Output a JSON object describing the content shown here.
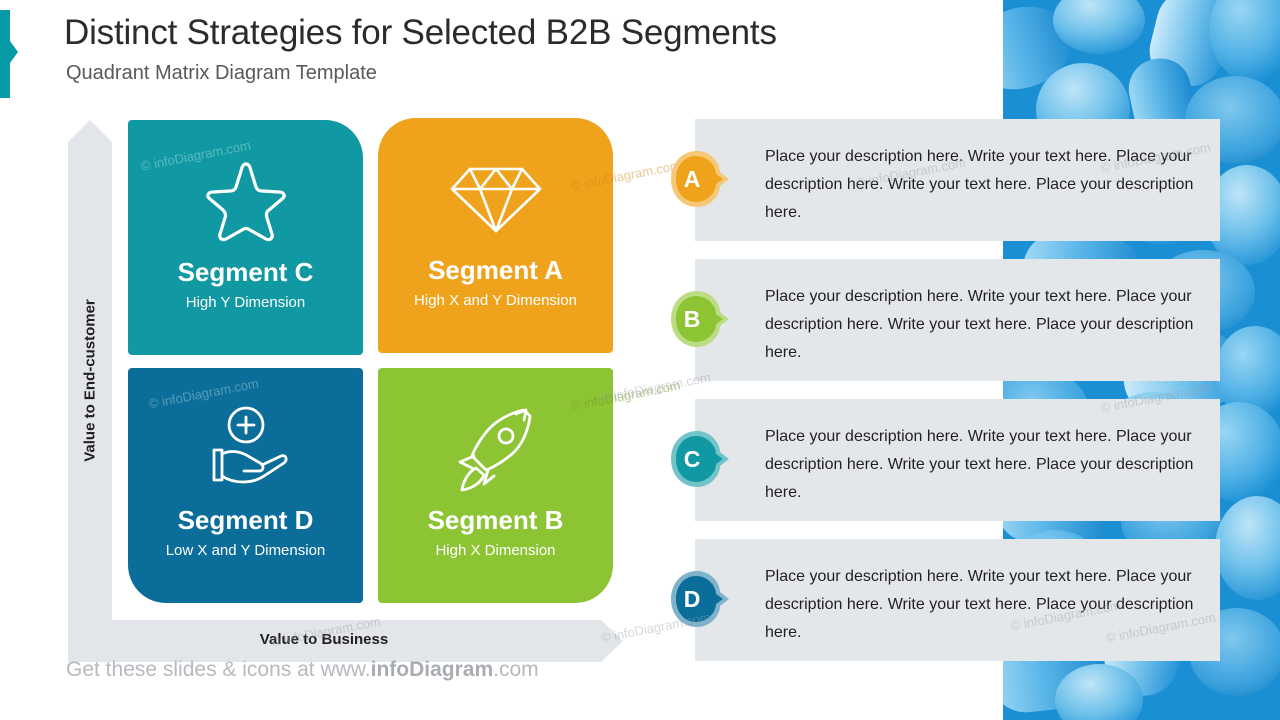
{
  "header": {
    "title": "Distinct Strategies for Selected B2B Segments",
    "subtitle": "Quadrant Matrix Diagram Template"
  },
  "axes": {
    "y_label": "Value to End-customer",
    "x_label": "Value to Business"
  },
  "quadrants": [
    {
      "key": "c",
      "title": "Segment C",
      "subtitle": "High Y Dimension",
      "icon": "star-icon",
      "color": "#1099a3"
    },
    {
      "key": "a",
      "title": "Segment A",
      "subtitle": "High X and Y Dimension",
      "icon": "diamond-icon",
      "color": "#efa31d"
    },
    {
      "key": "d",
      "title": "Segment D",
      "subtitle": "Low X and Y Dimension",
      "icon": "hand-plus-icon",
      "color": "#0b6d99"
    },
    {
      "key": "b",
      "title": "Segment B",
      "subtitle": "High X Dimension",
      "icon": "rocket-icon",
      "color": "#8cc434"
    }
  ],
  "descriptions": [
    {
      "letter": "A",
      "color": "#efa31d",
      "ring": "#f4c878",
      "text": "Place your description here. Write your text here. Place your description here. Write your text here. Place your description here."
    },
    {
      "letter": "B",
      "color": "#8cc434",
      "ring": "#bcdd86",
      "text": "Place your description here. Write your text here. Place your description here. Write your text here. Place your description here."
    },
    {
      "letter": "C",
      "color": "#1099a3",
      "ring": "#72c4c9",
      "text": "Place your description here. Write your text here. Place your description here. Write your text here. Place your description here."
    },
    {
      "letter": "D",
      "color": "#0b6d99",
      "ring": "#7fb2cc",
      "text": "Place your description here. Write your text here. Place your description here. Write your text here. Place your description here."
    }
  ],
  "footer": {
    "prefix": "Get these slides & icons at www.",
    "brand": "infoDiagram",
    "suffix": ".com"
  },
  "watermark": {
    "text": "© infoDiagram.com"
  },
  "palette": {
    "accent": "#089aa5",
    "panel_bg": "#e4e7ea",
    "axis_bg": "#e2e5e9",
    "photo_blue": "#1a8fd4"
  }
}
